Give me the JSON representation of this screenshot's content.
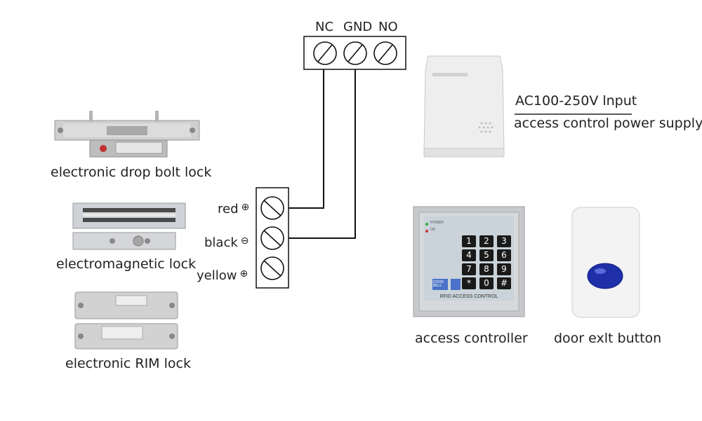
{
  "relay_terminals": {
    "labels": [
      "NC",
      "GND",
      "NO"
    ]
  },
  "lock_terminals": {
    "rows": [
      {
        "color": "red",
        "symbol": "⊕"
      },
      {
        "color": "black",
        "symbol": "⊖"
      },
      {
        "color": "yellow",
        "symbol": "⊕"
      }
    ]
  },
  "locks": {
    "drop_bolt": "electronic drop bolt lock",
    "electromagnetic": "electromagnetic lock",
    "rim": "electronic RIM lock"
  },
  "power_supply": {
    "input": "AC100-250V lnput",
    "name": "access control power supply"
  },
  "controller": {
    "name": "access controller",
    "led_power": "POWER",
    "led_ok": "OK",
    "keys": [
      "1",
      "2",
      "3",
      "4",
      "5",
      "6",
      "7",
      "8",
      "9",
      "*",
      "0",
      "#"
    ],
    "panel_text": "RFID ACCESS CONTROL",
    "door_bell": "DOOR BELL"
  },
  "exit_button": {
    "name": "door exlt button"
  },
  "colors": {
    "line": "#111111",
    "metal": "#c8c8c8",
    "keypad": "#1a1a1a",
    "button_blue": "#1e2fa8"
  }
}
